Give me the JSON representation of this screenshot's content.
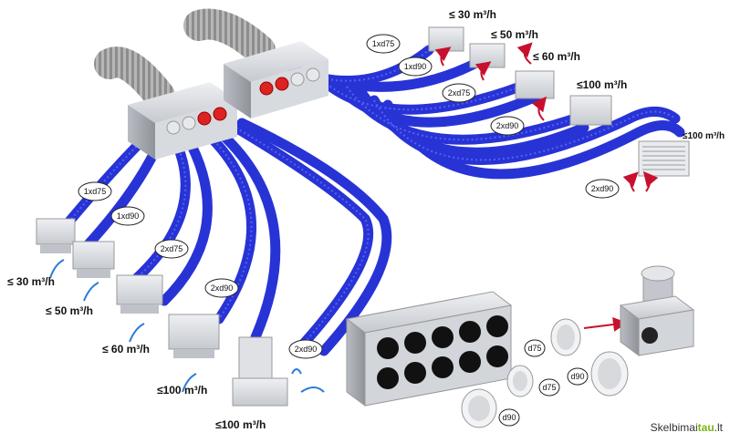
{
  "diagram": {
    "hose_labels": [
      {
        "id": "1xd75-top",
        "text": "1xd75"
      },
      {
        "id": "1xd90-top",
        "text": "1xd90"
      },
      {
        "id": "2xd75-top",
        "text": "2xd75"
      },
      {
        "id": "2xd90-top",
        "text": "2xd90"
      },
      {
        "id": "2xd90-right",
        "text": "2xd90"
      },
      {
        "id": "1xd75-left",
        "text": "1xd75"
      },
      {
        "id": "1xd90-left",
        "text": "1xd90"
      },
      {
        "id": "2xd75-left",
        "text": "2xd75"
      },
      {
        "id": "2xd90-left",
        "text": "2xd90"
      },
      {
        "id": "2xd90-bottom",
        "text": "2xd90"
      }
    ],
    "flow_labels": [
      {
        "id": "flow-30-top",
        "text": "≤ 30 m³/h"
      },
      {
        "id": "flow-50-top",
        "text": "≤ 50 m³/h"
      },
      {
        "id": "flow-60-top",
        "text": "≤ 60 m³/h"
      },
      {
        "id": "flow-100-top",
        "text": "≤100 m³/h"
      },
      {
        "id": "flow-100-right",
        "text": "≤100 m³/h"
      },
      {
        "id": "flow-30-left",
        "text": "≤ 30 m³/h"
      },
      {
        "id": "flow-50-left",
        "text": "≤ 50 m³/h"
      },
      {
        "id": "flow-60-left",
        "text": "≤ 60 m³/h"
      },
      {
        "id": "flow-100-left",
        "text": "≤100 m³/h"
      },
      {
        "id": "flow-100-bottom",
        "text": "≤100 m³/h"
      }
    ],
    "part_labels": [
      {
        "id": "d75-a",
        "text": "d75"
      },
      {
        "id": "d75-b",
        "text": "d75"
      },
      {
        "id": "d90-a",
        "text": "d90"
      },
      {
        "id": "d90-b",
        "text": "d90"
      }
    ]
  },
  "watermark": {
    "prefix": "Skelbimai",
    "highlight": "tau",
    "suffix": ".lt"
  },
  "colors": {
    "hose": "#2833d6",
    "hose_dark": "#16209a",
    "metal": "#c9ccd2",
    "arrow": "#c8102e"
  }
}
